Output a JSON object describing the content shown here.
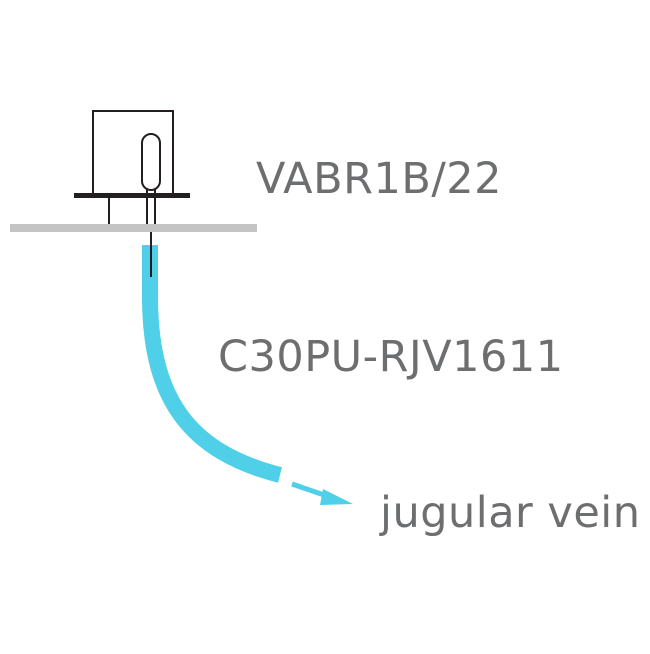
{
  "diagram": {
    "port_label": "VABR1B/22",
    "catheter_label": "C30PU-RJV1611",
    "target_label": "jugular vein"
  },
  "colors": {
    "catheter": "#4fd0e8",
    "port_outline": "#231f20",
    "skin_line": "#c4c4c4",
    "label_text": "#6d6e70"
  }
}
